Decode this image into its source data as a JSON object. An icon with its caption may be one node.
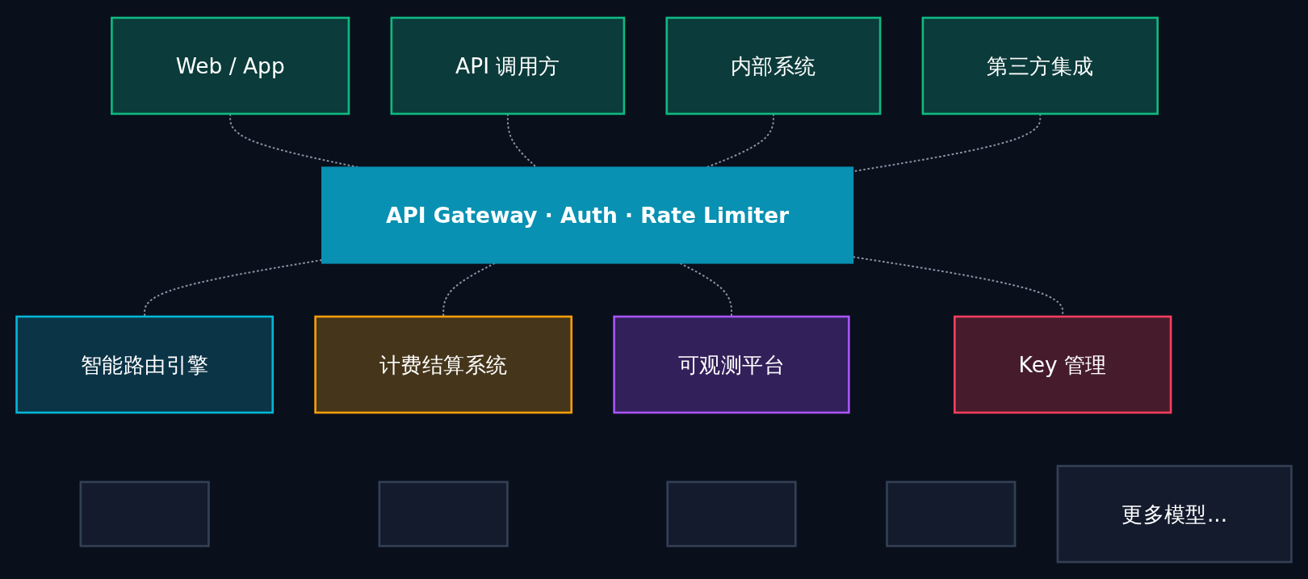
{
  "diagram": {
    "nodes": [
      {
        "text": [
          "Web / App"
        ]
      },
      {
        "text": [
          "API 调用方"
        ]
      },
      {
        "text": [
          "内部系统"
        ]
      },
      {
        "text": [
          "第三方集成"
        ]
      },
      {
        "text": [
          "API Gateway · Auth · Rate Limiter"
        ]
      },
      {
        "text": [
          "智能路由引擎"
        ]
      },
      {
        "text": [
          "计费结算系统"
        ]
      },
      {
        "text": [
          "可观测平台"
        ]
      },
      {
        "text": [
          "Key 管理"
        ]
      },
      {
        "text": [],
        "shape": "box"
      },
      {
        "text": [],
        "shape": "box"
      },
      {
        "text": [],
        "shape": "box"
      },
      {
        "text": [],
        "shape": "box"
      },
      {
        "text": [
          "更多模型..."
        ]
      }
    ],
    "edges": [
      {
        "from": 0,
        "to": 4,
        "arrow": "none",
        "style": "dashed"
      },
      {
        "from": 1,
        "to": 4,
        "arrow": "none",
        "style": "dashed"
      },
      {
        "from": 2,
        "to": 4,
        "arrow": "none",
        "style": "dashed"
      },
      {
        "from": 3,
        "to": 4,
        "arrow": "none",
        "style": "dashed"
      },
      {
        "from": 4,
        "to": 5,
        "arrow": "none",
        "style": "dashed"
      },
      {
        "from": 4,
        "to": 6,
        "arrow": "none",
        "style": "dashed"
      },
      {
        "from": 4,
        "to": 7,
        "arrow": "none",
        "style": "dashed"
      },
      {
        "from": 4,
        "to": 8,
        "arrow": "none",
        "style": "dashed"
      }
    ]
  }
}
